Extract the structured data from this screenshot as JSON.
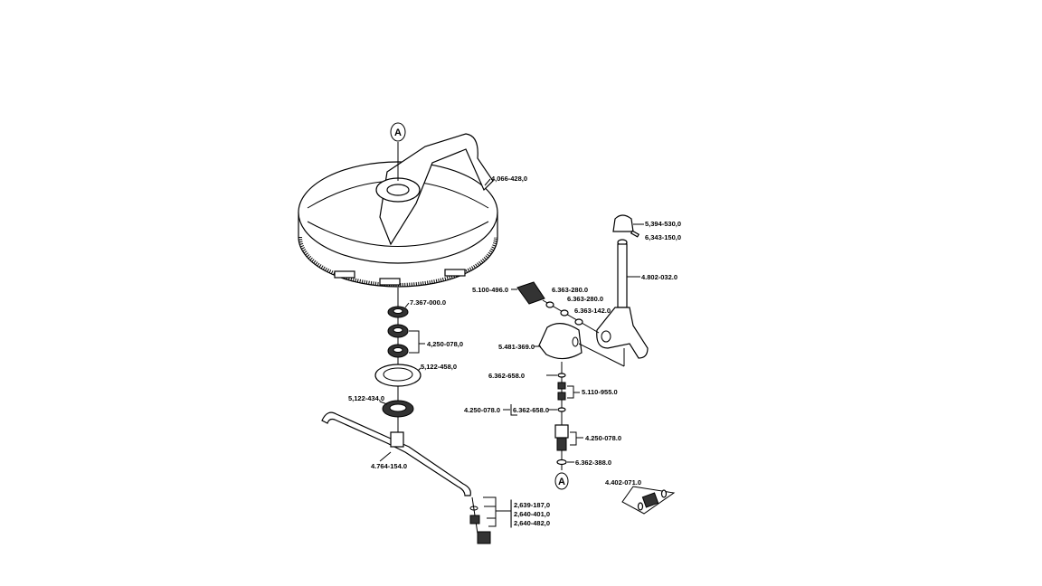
{
  "diagram": {
    "callout_marker": "A",
    "labels": {
      "main_disc": "4,066-428,0",
      "seal_top": "7.367-000.0",
      "bearings": "4,250-078,0",
      "plate": "5,122-458,0",
      "seal_bottom": "5,122-434,0",
      "spray_arm": "4.764-154.0",
      "nozzle_a": "2,639-187,0",
      "nozzle_b": "2,640-401,0",
      "nozzle_c": "2,640-482,0",
      "handle_grip": "5,394-530,0",
      "pin": "6,343-150,0",
      "handle_tube": "4.802-032.0",
      "valve": "5.100-496.0",
      "oring_1": "6.363-280.0",
      "oring_2": "6.363-280.0",
      "oring_3": "6.363-142.0",
      "housing": "5.481-369.0",
      "oring_4": "6.362-658.0",
      "fitting": "5.110-955.0",
      "kit_ref": "4.250-078.0",
      "kit_oring": "6.362-658.0",
      "swivel": "4.250-078.0",
      "oring_5": "6.362-388.0",
      "adapter": "4.402-071.0"
    }
  }
}
